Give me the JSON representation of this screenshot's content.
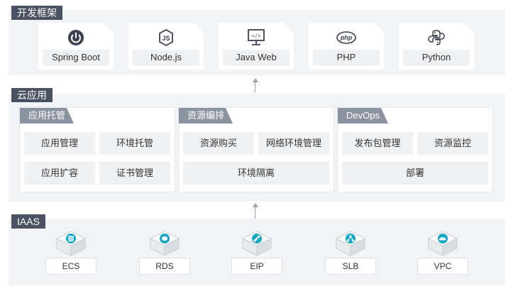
{
  "frameworks": {
    "title": "开发框架",
    "items": [
      {
        "label": "Spring Boot",
        "icon": "power-icon"
      },
      {
        "label": "Node.js",
        "icon": "nodejs-icon"
      },
      {
        "label": "Java Web",
        "icon": "monitor-code-icon"
      },
      {
        "label": "PHP",
        "icon": "php-icon"
      },
      {
        "label": "Python",
        "icon": "python-icon"
      }
    ]
  },
  "cloud_app": {
    "title": "云应用",
    "groups": [
      {
        "tag": "应用托管",
        "cells": [
          "应用管理",
          "环境托管",
          "应用扩容",
          "证书管理"
        ]
      },
      {
        "tag": "资源编排",
        "cells": [
          "资源购买",
          "网络环境管理",
          "环境隔离"
        ]
      },
      {
        "tag": "DevOps",
        "cells": [
          "发布包管理",
          "资源监控",
          "部署"
        ]
      }
    ]
  },
  "iaas": {
    "title": "IAAS",
    "items": [
      {
        "label": "ECS",
        "icon": "server-icon"
      },
      {
        "label": "RDS",
        "icon": "database-icon"
      },
      {
        "label": "EIP",
        "icon": "link-icon"
      },
      {
        "label": "SLB",
        "icon": "load-balancer-icon"
      },
      {
        "label": "VPC",
        "icon": "cloud-icon"
      }
    ]
  },
  "colors": {
    "layer_title_bg": "#4a5262",
    "group_tag_bg": "#8b93a1",
    "layer_bg": "#f2f3f5",
    "iaas_icon_teal": "#1aa7c4"
  }
}
